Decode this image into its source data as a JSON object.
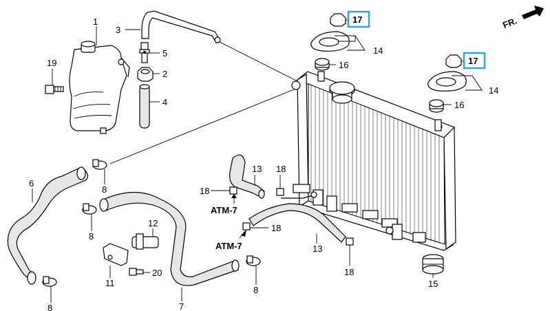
{
  "orientation_label": "FR.",
  "callouts": {
    "p1": "1",
    "p2": "2",
    "p3": "3",
    "p4": "4",
    "p5": "5",
    "p6": "6",
    "p7": "7",
    "p8a": "8",
    "p8b": "8",
    "p8c": "8",
    "p8d": "8",
    "p11": "11",
    "p12": "12",
    "p13a": "13",
    "p13b": "13",
    "p14a": "14",
    "p14b": "14",
    "p15": "15",
    "p16a": "16",
    "p16b": "16",
    "p17a": "17",
    "p17b": "17",
    "p18a": "18",
    "p18b": "18",
    "p18c": "18",
    "p18d": "18",
    "p19": "19",
    "p20": "20"
  },
  "refs": {
    "atm_a": "ATM-7",
    "atm_b": "ATM-7"
  },
  "colors": {
    "highlight_box": "#29a8d8",
    "ink": "#000000"
  },
  "icons": {
    "orientation": "arrow-right-icon"
  }
}
